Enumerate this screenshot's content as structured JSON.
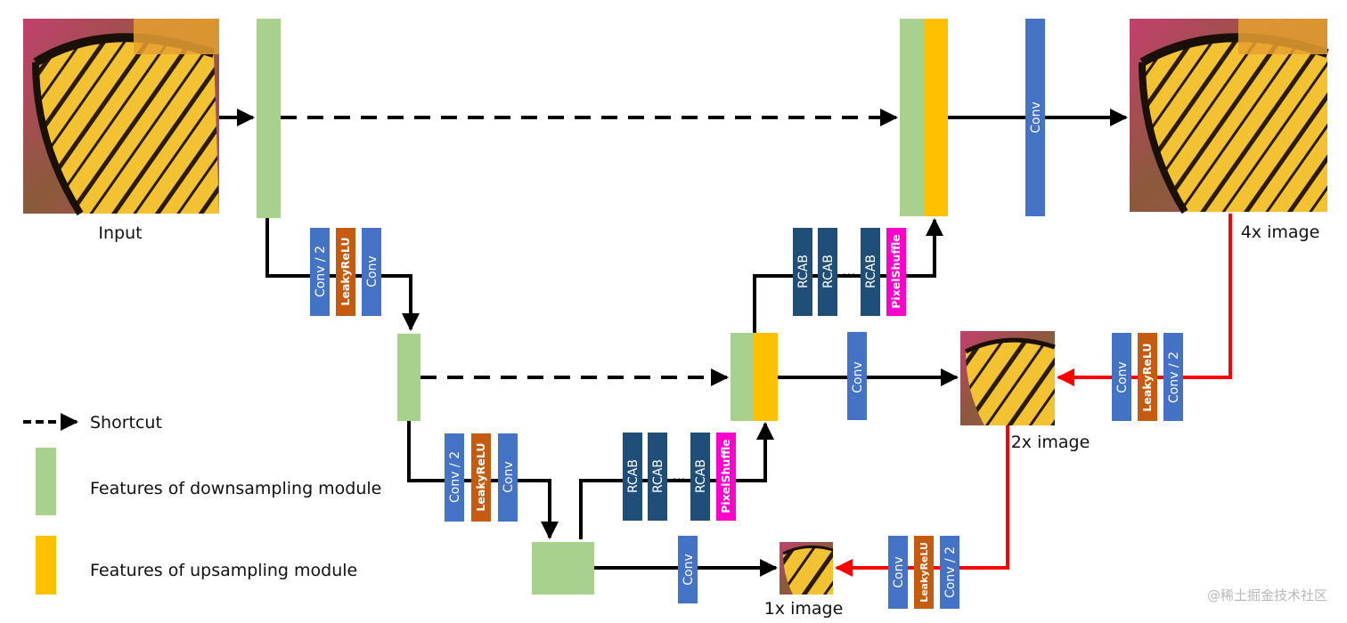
{
  "colors": {
    "down_features": "#a9d18e",
    "up_features": "#ffc000",
    "conv": "#4472c4",
    "leaky_relu": "#c55a11",
    "rcab": "#1f4e79",
    "pixel_shuffle": "#ff00cc",
    "arrow": "#000000",
    "loss_path": "#ff0000"
  },
  "images": {
    "input_label": "Input",
    "out4x_label": "4x image",
    "out2x_label": "2x image",
    "out1x_label": "1x image"
  },
  "blocks": {
    "conv": "Conv",
    "conv_half": "Conv / 2",
    "leaky_relu": "LeakyReLU",
    "rcab": "RCAB",
    "pixel_shuffle": "PixelShuffle",
    "ellipsis": "···"
  },
  "legend": {
    "shortcut": "Shortcut",
    "down": "Features of downsampling module",
    "up": "Features of upsampling module"
  },
  "watermark": "@稀土掘金技术社区"
}
